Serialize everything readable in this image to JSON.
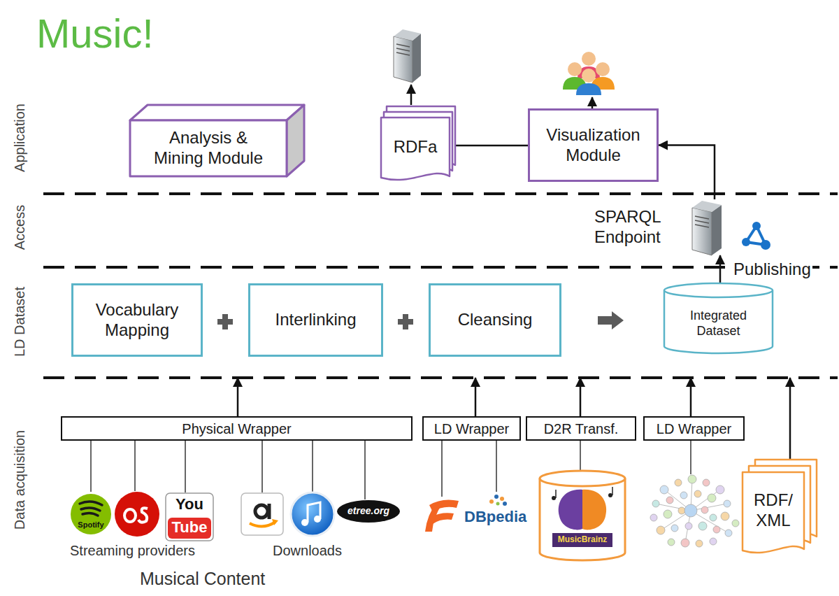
{
  "diagram": {
    "title": "Music!",
    "nodes": [
      {
        "text": [
          "Application"
        ]
      },
      {
        "text": [
          "Analysis & Mining Module"
        ],
        "in": 0
      },
      {
        "text": [
          "RDFa"
        ],
        "in": 0
      },
      {
        "text": [
          "Visualization Module"
        ],
        "in": 0
      },
      {
        "text": [
          "Access"
        ]
      },
      {
        "text": [
          "SPARQL Endpoint"
        ],
        "in": 4
      },
      {
        "text": [
          "LD Dataset"
        ]
      },
      {
        "text": [
          "Vocabulary Mapping"
        ],
        "in": 6
      },
      {
        "text": [
          "Interlinking"
        ],
        "in": 6
      },
      {
        "text": [
          "Cleansing"
        ],
        "in": 6
      },
      {
        "text": [
          "Integrated Dataset"
        ],
        "in": 6
      },
      {
        "text": [
          "Data acquisition"
        ]
      },
      {
        "text": [
          "Physical Wrapper"
        ],
        "in": 11
      },
      {
        "text": [
          "LD Wrapper"
        ],
        "in": 11
      },
      {
        "text": [
          "D2R Transf."
        ],
        "in": 11
      },
      {
        "text": [
          "LD Wrapper"
        ],
        "in": 11
      },
      {
        "text": [
          "RDF/ XML"
        ],
        "in": 11
      }
    ],
    "edges": [
      {
        "from": 2,
        "to": 3,
        "arrow": "none"
      },
      {
        "from": 5,
        "to": 3,
        "arrow": "to"
      },
      {
        "from": 10,
        "to": 5,
        "label": "Publishing",
        "arrow": "to"
      },
      {
        "from": 12,
        "to": 6,
        "arrow": "to"
      },
      {
        "from": 13,
        "to": 6,
        "arrow": "to"
      },
      {
        "from": 14,
        "to": 6,
        "arrow": "to"
      },
      {
        "from": 15,
        "to": 6,
        "arrow": "to"
      },
      {
        "from": 16,
        "to": 6,
        "arrow": "to"
      }
    ],
    "labels": [
      "Streaming providers",
      "Downloads",
      "Musical Content",
      "Spotify",
      "You",
      "Tube",
      "etree.org",
      "DBpedia",
      "MusicBrainz"
    ]
  }
}
